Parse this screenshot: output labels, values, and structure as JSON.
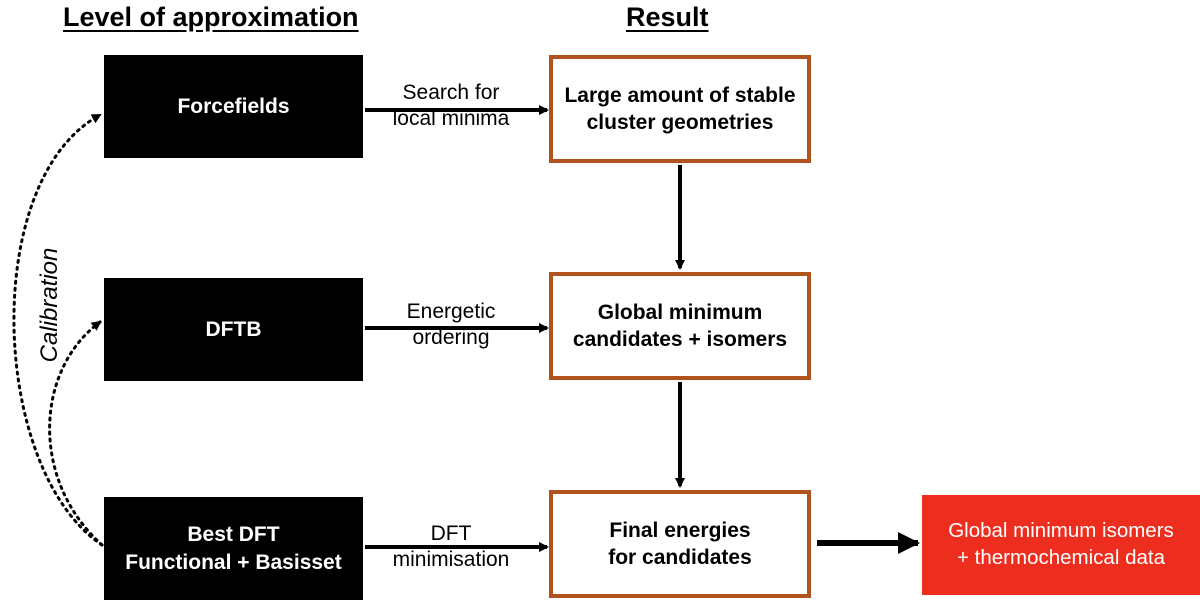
{
  "headers": {
    "level": "Level of approximation",
    "result": "Result"
  },
  "levels": [
    {
      "lines": [
        "Forcefields"
      ]
    },
    {
      "lines": [
        "DFTB"
      ]
    },
    {
      "lines": [
        "Best DFT",
        "Functional + Basisset"
      ]
    }
  ],
  "results": [
    {
      "lines": [
        "Large amount of stable",
        "cluster geometries"
      ]
    },
    {
      "lines": [
        "Global minimum",
        "candidates + isomers"
      ]
    },
    {
      "lines": [
        "Final energies",
        "for candidates"
      ]
    }
  ],
  "arrow_labels": [
    {
      "lines": [
        "Search for",
        "local minima"
      ]
    },
    {
      "lines": [
        "Energetic",
        "ordering"
      ]
    },
    {
      "lines": [
        "DFT",
        "minimisation"
      ]
    }
  ],
  "final_output": {
    "lines": [
      "Global minimum isomers",
      "+ thermochemical data"
    ]
  },
  "calibration_label": "Calibration",
  "colors": {
    "level_box": "#000000",
    "result_border": "#b1531c",
    "final_output": "#ed2d1e"
  }
}
